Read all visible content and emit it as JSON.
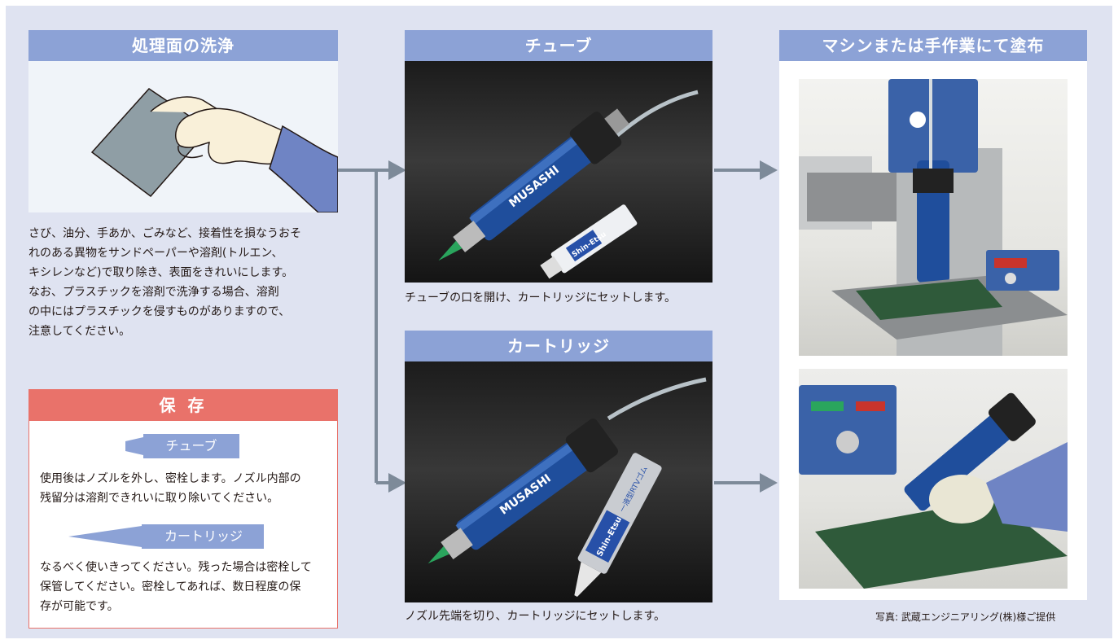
{
  "cleaning": {
    "title": "処理面の洗浄",
    "lines": [
      "さび、油分、手あか、ごみなど、接着性を損なうおそ",
      "れのある異物をサンドペーパーや溶剤(トルエン、",
      "キシレンなど)で取り除き、表面をきれいにします。",
      "なお、プラスチックを溶剤で洗浄する場合、溶剤",
      "の中にはプラスチックを侵すものがありますので、",
      "注意してください。"
    ]
  },
  "storage": {
    "title": "保 存",
    "tube_label": "チューブ",
    "tube_lines": [
      "使用後はノズルを外し、密栓します。ノズル内部の",
      "残留分は溶剤できれいに取り除いてください。"
    ],
    "cartridge_label": "カートリッジ",
    "cartridge_lines": [
      "なるべく使いきってください。残った場合は密栓して",
      "保管してください。密栓してあれば、数日程度の保",
      "存が可能です。"
    ]
  },
  "tube": {
    "title": "チューブ",
    "caption": "チューブの口を開け、カートリッジにセットします。",
    "brand_text": "MUSASHI",
    "product_text": "Shin-Etsu"
  },
  "cartridge": {
    "title": "カートリッジ",
    "caption": "ノズル先端を切り、カートリッジにセットします。",
    "brand_text": "MUSASHI",
    "product_text": "Shin-Etsu",
    "product_sub": "一液型RTVゴム"
  },
  "application": {
    "title": "マシンまたは手作業にて塗布",
    "credit": "写真: 武蔵エンジニアリング(株)様ご提供"
  },
  "colors": {
    "header_blue": "#8ca2d6",
    "storage_red": "#e9726a",
    "arrow_gray": "#7d8a99",
    "panel_bg": "#dfe3f1"
  }
}
